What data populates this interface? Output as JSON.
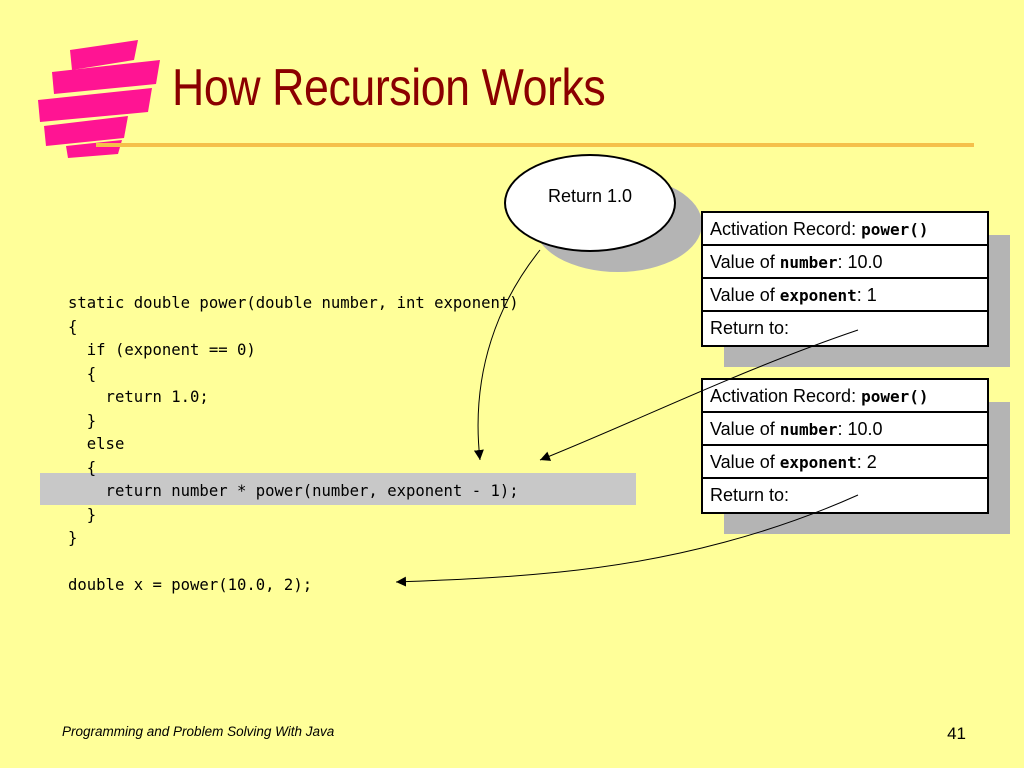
{
  "slide": {
    "title": "How Recursion Works",
    "footer": "Programming and Problem Solving With Java",
    "page_number": "41"
  },
  "code_lines": [
    "static double power(double number, int exponent)",
    "{",
    "  if (exponent == 0)",
    "  {",
    "    return 1.0;",
    "  }",
    "  else",
    "  {",
    "    return number * power(number, exponent - 1);",
    "  }",
    "}",
    "",
    "double x = power(10.0, 2);"
  ],
  "highlighted_line_index": 8,
  "bubble": {
    "text": "Return 1.0"
  },
  "activation_records": [
    {
      "header_label": "Activation Record: ",
      "header_code": "power()",
      "number_label": "Value of ",
      "number_code": "number",
      "number_value": ": 10.0",
      "exponent_label": "Value of ",
      "exponent_code": "exponent",
      "exponent_value": ": 1",
      "return_label": "Return to:"
    },
    {
      "header_label": "Activation Record: ",
      "header_code": "power()",
      "number_label": "Value of ",
      "number_code": "number",
      "number_value": ": 10.0",
      "exponent_label": "Value of ",
      "exponent_code": "exponent",
      "exponent_value": ": 2",
      "return_label": "Return to:"
    }
  ],
  "colors": {
    "background": "#ffff99",
    "title": "#8b0000",
    "title_rule": "#f5c04a",
    "logo": "#ff1493",
    "shadow": "#b4b4b4",
    "highlight": "#c8c8c8"
  }
}
